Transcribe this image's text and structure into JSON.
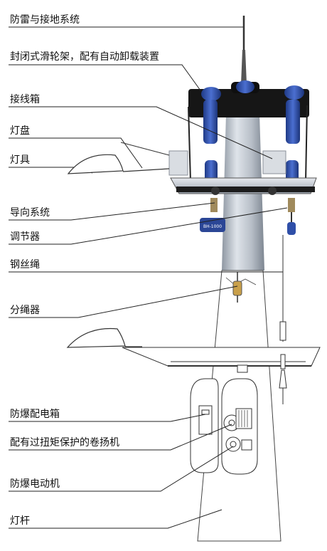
{
  "labels": {
    "lightning": "防雷与接地系统",
    "pulley_frame": "封闭式滑轮架，配有自动卸载装置",
    "junction_box": "接线箱",
    "lamp_tray": "灯盘",
    "lamp": "灯具",
    "guide_system": "导向系统",
    "regulator": "调节器",
    "wire_rope": "钢丝绳",
    "rope_splitter": "分绳器",
    "explosion_proof_box": "防爆配电箱",
    "winch": "配有过扭矩保护的卷扬机",
    "explosion_proof_motor": "防爆电动机",
    "pole": "灯杆"
  },
  "colors": {
    "pole_steel": "#c9cfd6",
    "bracket_blue": "#2f4fa8",
    "dark_frame": "#1b1b1b",
    "line": "#222222"
  },
  "badge_text": "BH-1000"
}
